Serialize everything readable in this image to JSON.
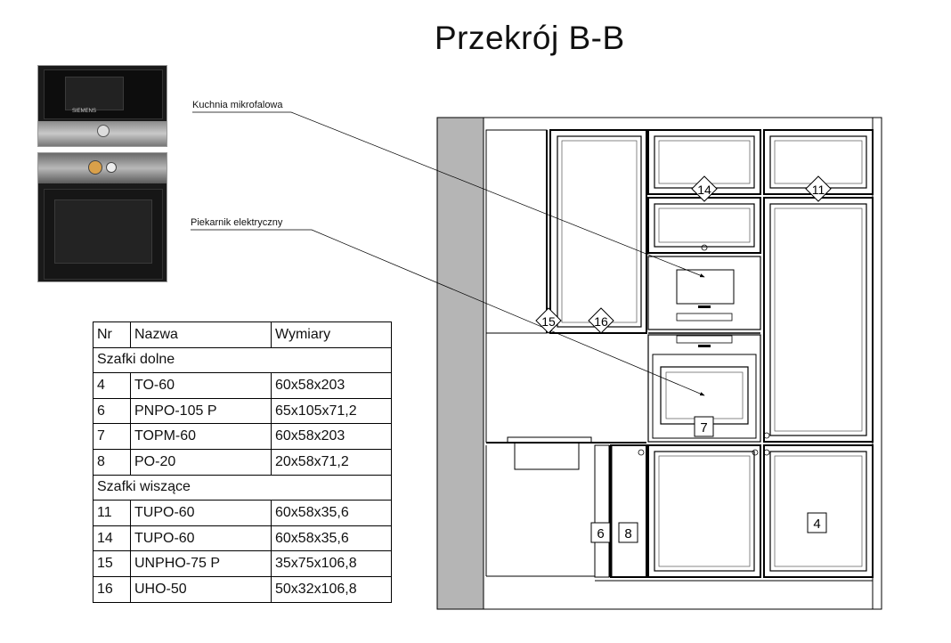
{
  "title": "Przekrój B-B",
  "callouts": {
    "microwave": "Kuchnia mikrofalowa",
    "oven": "Piekarnik elektryczny"
  },
  "appliance_photos": {
    "microwave_brand": "SIEMENS"
  },
  "table": {
    "headers": [
      "Nr",
      "Nazwa",
      "Wymiary"
    ],
    "groups": [
      {
        "label": "Szafki dolne",
        "rows": [
          {
            "nr": "4",
            "nazwa": "TO-60",
            "wymiary": "60x58x203"
          },
          {
            "nr": "6",
            "nazwa": "PNPO-105 P",
            "wymiary": "65x105x71,2"
          },
          {
            "nr": "7",
            "nazwa": "TOPM-60",
            "wymiary": "60x58x203"
          },
          {
            "nr": "8",
            "nazwa": "PO-20",
            "wymiary": "20x58x71,2"
          }
        ]
      },
      {
        "label": "Szafki wiszące",
        "rows": [
          {
            "nr": "11",
            "nazwa": "TUPO-60",
            "wymiary": "60x58x35,6"
          },
          {
            "nr": "14",
            "nazwa": "TUPO-60",
            "wymiary": "60x58x35,6"
          },
          {
            "nr": "15",
            "nazwa": "UNPHO-75 P",
            "wymiary": "35x75x106,8"
          },
          {
            "nr": "16",
            "nazwa": "UHO-50",
            "wymiary": "50x32x106,8"
          }
        ]
      }
    ]
  },
  "drawing_labels": {
    "diamonds": [
      "14",
      "11",
      "15",
      "16"
    ],
    "boxes": [
      "7",
      "6",
      "8",
      "4"
    ]
  }
}
